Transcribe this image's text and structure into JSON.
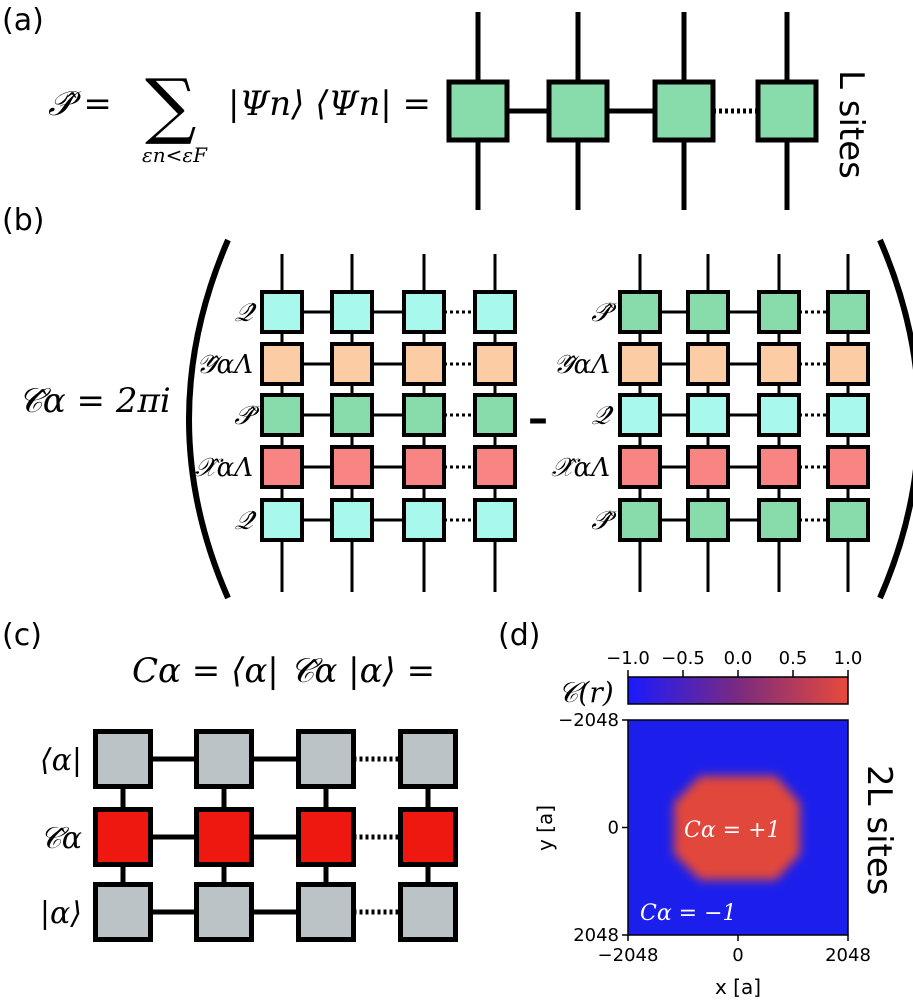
{
  "panels": {
    "a": {
      "label": "(a)",
      "equation": "P̂ = Σ |Ψ",
      "eq_lhs": "𝒫̂ =",
      "eq_sum": "∑",
      "eq_sub": "εn<εF",
      "eq_rhs": "|Ψn⟩ ⟨Ψn| =",
      "side_text": "L sites"
    },
    "b": {
      "label": "(b)",
      "eq_lhs": "𝒞̂α = 2πi",
      "minus": "–",
      "left_rows": [
        "𝒬̂",
        "𝒴̂αΛ",
        "𝒫̂",
        "𝒳̂αΛ",
        "𝒬̂"
      ],
      "right_rows": [
        "𝒫̂",
        "𝒴̂αΛ",
        "𝒬̂",
        "𝒳̂αΛ",
        "𝒫̂"
      ]
    },
    "c": {
      "label": "(c)",
      "equation": "Cα = ⟨α| 𝒞̂α |α⟩ =",
      "rows": [
        "⟨α|",
        "𝒞̂α",
        "|α⟩"
      ]
    },
    "d": {
      "label": "(d)",
      "colorbar_label": "𝒞(r)",
      "colorbar_ticks": [
        "−1.0",
        "−0.5",
        "0.0",
        "0.5",
        "1.0"
      ],
      "xlabel": "x [a]",
      "ylabel": "y [a]",
      "xticks": [
        "−2048",
        "0",
        "2048"
      ],
      "yticks": [
        "2048",
        "0",
        "−2048"
      ],
      "annotation_inner": "Cα = +1",
      "annotation_outer": "Cα = −1",
      "side_text": "2L sites"
    }
  },
  "colors": {
    "P_tile": "#88dcab",
    "Q_tile": "#a8f8ee",
    "Y_tile": "#fccca4",
    "X_tile": "#f88584",
    "bra_ket_tile": "#bcc3c6",
    "C_tile": "#ef1810",
    "map_background": "#1c1fec",
    "map_blob": "#e2473a",
    "colorbar_min": "#1a1aff",
    "colorbar_mid": "#7a2a80",
    "colorbar_max": "#e84a3a"
  },
  "chart_data": {
    "type": "heatmap",
    "title": "",
    "xlabel": "x [a]",
    "ylabel": "y [a]",
    "xlim": [
      -2048,
      2048
    ],
    "ylim": [
      -2048,
      2048
    ],
    "xticks": [
      -2048,
      0,
      2048
    ],
    "yticks": [
      -2048,
      0,
      2048
    ],
    "colorbar": {
      "label": "𝒞(r)",
      "range": [
        -1.0,
        1.0
      ],
      "ticks": [
        -1.0,
        -0.5,
        0.0,
        0.5,
        1.0
      ]
    },
    "regions": [
      {
        "name": "Cα = +1",
        "value": 1.0,
        "shape": "octagon",
        "center": [
          0,
          0
        ],
        "half_width": 1150
      },
      {
        "name": "Cα = −1",
        "value": -1.0,
        "shape": "background"
      }
    ]
  }
}
